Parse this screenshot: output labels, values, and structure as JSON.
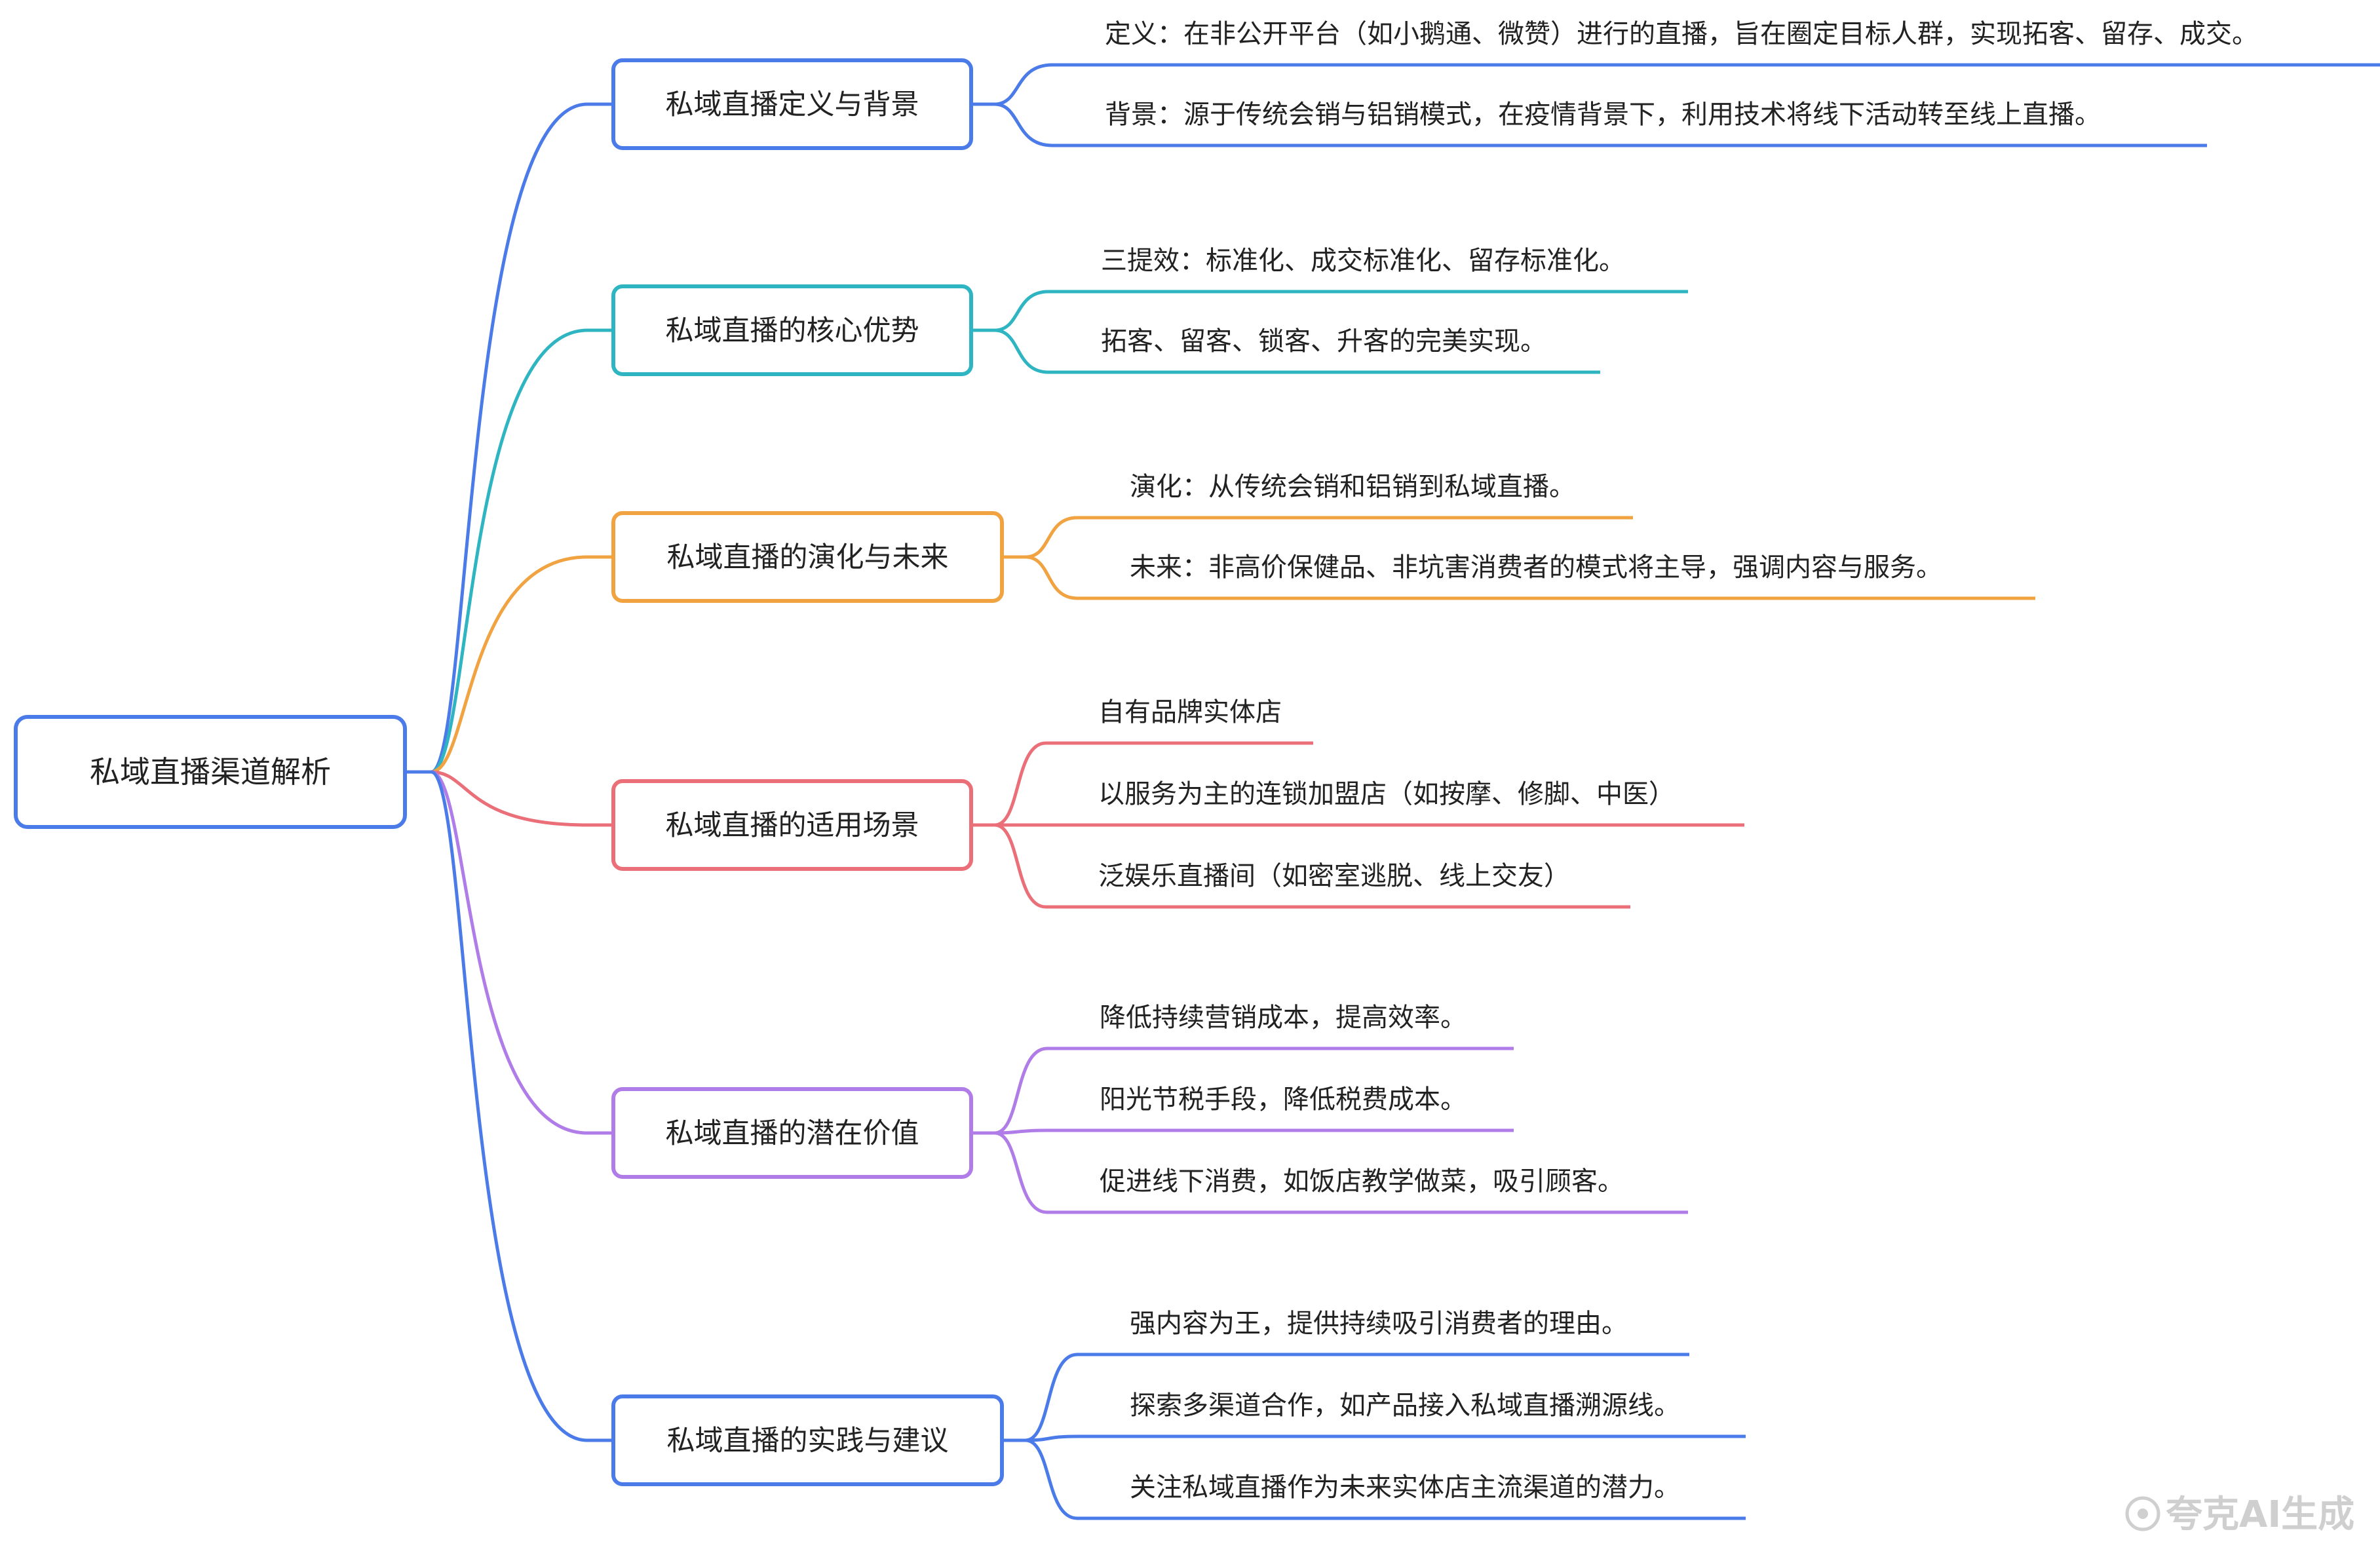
{
  "root": {
    "label": "私域直播渠道解析",
    "color": "#4a7be8"
  },
  "branches": [
    {
      "label": "私域直播定义与背景",
      "color": "#4a7be8",
      "children": [
        "定义：在非公开平台（如小鹅通、微赞）进行的直播，旨在圈定目标人群，实现拓客、留存、成交。",
        "背景：源于传统会销与铝销模式，在疫情背景下，利用技术将线下活动转至线上直播。"
      ]
    },
    {
      "label": "私域直播的核心优势",
      "color": "#2fb5c2",
      "children": [
        "三提效：标准化、成交标准化、留存标准化。",
        "拓客、留客、锁客、升客的完美实现。"
      ]
    },
    {
      "label": "私域直播的演化与未来",
      "color": "#f0a340",
      "children": [
        "演化：从传统会销和铝销到私域直播。",
        "未来：非高价保健品、非坑害消费者的模式将主导，强调内容与服务。"
      ]
    },
    {
      "label": "私域直播的适用场景",
      "color": "#ea6f78",
      "children": [
        "自有品牌实体店",
        "以服务为主的连锁加盟店（如按摩、修脚、中医）",
        "泛娱乐直播间（如密室逃脱、线上交友）"
      ]
    },
    {
      "label": "私域直播的潜在价值",
      "color": "#b07de8",
      "children": [
        "降低持续营销成本，提高效率。",
        "阳光节税手段，降低税费成本。",
        "促进线下消费，如饭店教学做菜，吸引顾客。"
      ]
    },
    {
      "label": "私域直播的实践与建议",
      "color": "#4a7be8",
      "children": [
        "强内容为王，提供持续吸引消费者的理由。",
        "探索多渠道合作，如产品接入私域直播溯源线。",
        "关注私域直播作为未来实体店主流渠道的潜力。"
      ]
    }
  ],
  "watermark": {
    "text": "夸克AI生成"
  }
}
